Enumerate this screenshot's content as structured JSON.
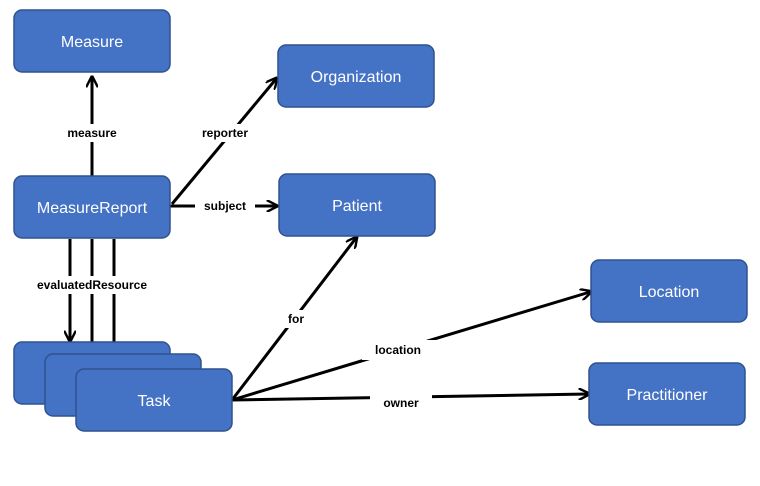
{
  "nodes": {
    "measure": "Measure",
    "organization": "Organization",
    "measure_report": "MeasureReport",
    "patient": "Patient",
    "location": "Location",
    "practitioner": "Practitioner",
    "task": "Task"
  },
  "edges": {
    "measure": "measure",
    "reporter": "reporter",
    "subject": "subject",
    "evaluated_resource": "evaluatedResource",
    "for": "for",
    "location": "location",
    "owner": "owner"
  },
  "colors": {
    "node_fill": "#4472C4",
    "node_border": "#2F528F",
    "edge": "#000000"
  }
}
